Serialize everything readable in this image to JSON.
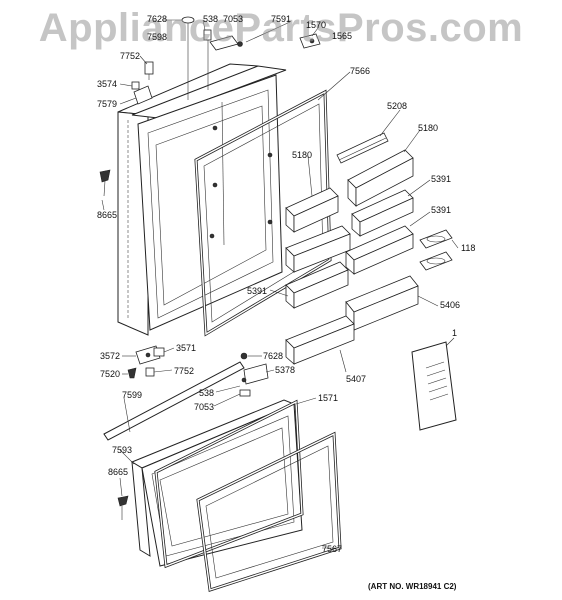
{
  "watermark": "AppliancePartsPros.com",
  "art_number": "(ART NO. WR18941 C2)",
  "callouts": [
    "7628",
    "538",
    "7053",
    "7591",
    "1570",
    "7598",
    "1565",
    "7752",
    "3574",
    "7579",
    "7566",
    "5208",
    "5180",
    "5180",
    "5391",
    "5391",
    "8665",
    "118",
    "5391",
    "5406",
    "1",
    "3572",
    "3571",
    "7520",
    "7752",
    "7628",
    "5378",
    "538",
    "7053",
    "5407",
    "7599",
    "1571",
    "7593",
    "8665",
    "7567"
  ]
}
